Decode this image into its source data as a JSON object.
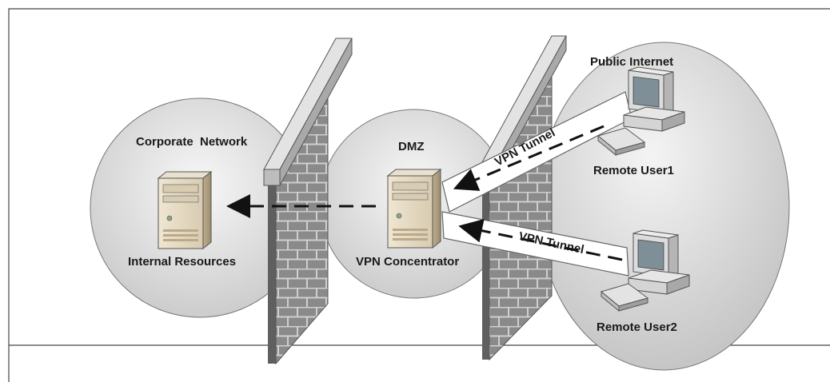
{
  "zones": {
    "corporate": "Corporate  Network",
    "dmz": "DMZ",
    "internet": "Public Internet"
  },
  "nodes": {
    "internal": "Internal Resources",
    "concentrator": "VPN Concentrator",
    "user1": "Remote User1",
    "user2": "Remote User2"
  },
  "tunnels": {
    "t1": "VPN Tunnel",
    "t2": "VPN Tunnel"
  },
  "icons": [
    "server-icon",
    "desktop-computer-icon",
    "keyboard-icon",
    "firewall-wall-icon",
    "arrow-icon"
  ]
}
